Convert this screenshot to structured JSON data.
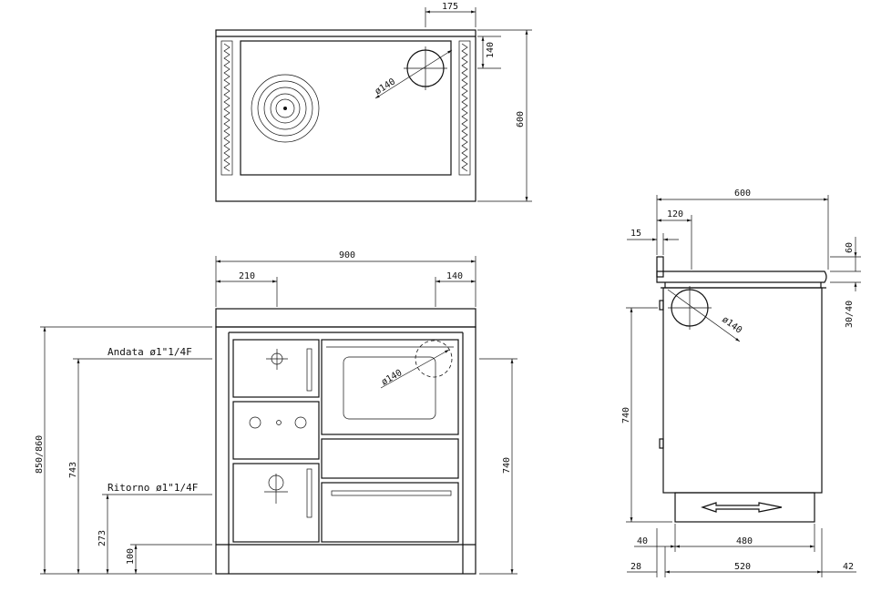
{
  "top_view": {
    "dim_width_right": "175",
    "dim_depth_ring": "140",
    "dim_depth": "600",
    "ring_diameter": "ø140"
  },
  "front_view": {
    "dim_total_width": "900",
    "dim_left_offset": "210",
    "dim_right_offset": "140",
    "dim_total_height": "850/860",
    "dim_andata_height": "743",
    "dim_ritorno_height": "273",
    "dim_base_height": "100",
    "dim_oven_height": "740",
    "label_andata": "Andata ø1\"1/4F",
    "label_ritorno": "Ritorno ø1\"1/4F",
    "ring_diameter": "ø140"
  },
  "side_view": {
    "dim_total_depth": "600",
    "dim_offset_120": "120",
    "dim_offset_15": "15",
    "dim_rim_60": "60",
    "dim_rim_3040": "30/40",
    "dim_height_740": "740",
    "ring_diameter": "ø140",
    "dim_foot_40": "40",
    "dim_foot_480": "480",
    "dim_base_28": "28",
    "dim_base_520": "520",
    "dim_base_42": "42"
  }
}
